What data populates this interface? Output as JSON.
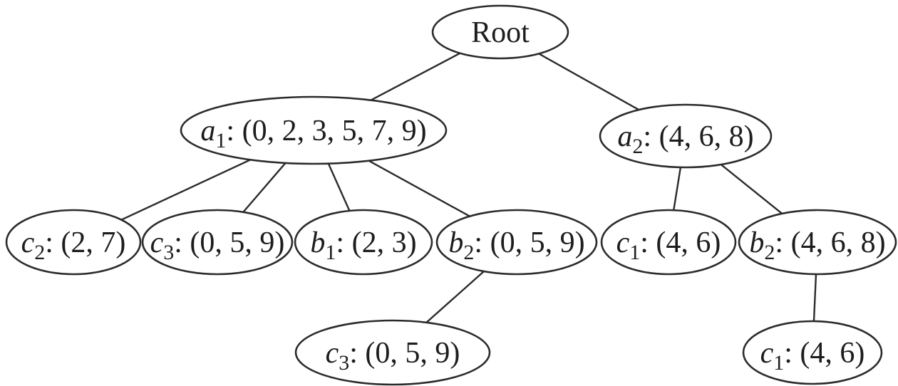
{
  "diagram": {
    "type": "tree",
    "description": "Hierarchical tree of labeled index nodes",
    "colors": {
      "background": "#ffffff",
      "node_fill": "#ffffff",
      "stroke": "#2b2b2b",
      "text": "#1d1d1d"
    },
    "nodes": [
      {
        "id": "root",
        "letter": "Root",
        "sub": "",
        "rest": ""
      },
      {
        "id": "a1",
        "letter": "a",
        "sub": "1",
        "rest": ": (0, 2, 3, 5, 7, 9)"
      },
      {
        "id": "a2",
        "letter": "a",
        "sub": "2",
        "rest": ": (4, 6, 8)"
      },
      {
        "id": "c2",
        "letter": "c",
        "sub": "2",
        "rest": ": (2, 7)"
      },
      {
        "id": "c3",
        "letter": "c",
        "sub": "3",
        "rest": ": (0, 5, 9)"
      },
      {
        "id": "b1",
        "letter": "b",
        "sub": "1",
        "rest": ": (2, 3)"
      },
      {
        "id": "b2l",
        "letter": "b",
        "sub": "2",
        "rest": ": (0, 5, 9)"
      },
      {
        "id": "c1",
        "letter": "c",
        "sub": "1",
        "rest": ": (4, 6)"
      },
      {
        "id": "b2r",
        "letter": "b",
        "sub": "2",
        "rest": ": (4, 6, 8)"
      },
      {
        "id": "c3b",
        "letter": "c",
        "sub": "3",
        "rest": ": (0, 5, 9)"
      },
      {
        "id": "c1b",
        "letter": "c",
        "sub": "1",
        "rest": ": (4, 6)"
      }
    ],
    "edges": [
      {
        "from": "root",
        "to": "a1"
      },
      {
        "from": "root",
        "to": "a2"
      },
      {
        "from": "a1",
        "to": "c2"
      },
      {
        "from": "a1",
        "to": "c3"
      },
      {
        "from": "a1",
        "to": "b1"
      },
      {
        "from": "a1",
        "to": "b2l"
      },
      {
        "from": "a2",
        "to": "c1"
      },
      {
        "from": "a2",
        "to": "b2r"
      },
      {
        "from": "b2l",
        "to": "c3b"
      },
      {
        "from": "b2r",
        "to": "c1b"
      }
    ]
  }
}
